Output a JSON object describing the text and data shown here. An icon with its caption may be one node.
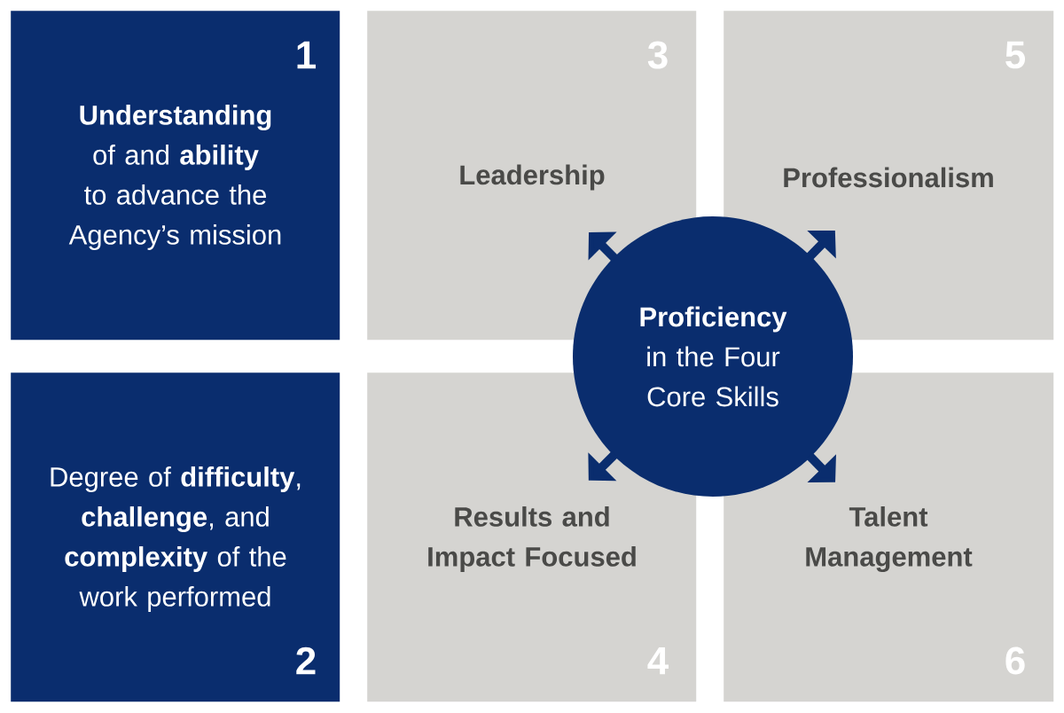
{
  "diagram": {
    "nodes": [
      {
        "text": [
          "1",
          "**Understanding** of and **ability** to advance the Agency’s mission"
        ]
      },
      {
        "text": [
          "3",
          "Leadership"
        ]
      },
      {
        "text": [
          "5",
          "Professionalism"
        ]
      },
      {
        "text": [
          "**Proficiency** in the Four Core Skills"
        ]
      },
      {
        "text": [
          "Degree of **difficulty**, **challenge**, and **complexity** of the work performed",
          "2"
        ]
      },
      {
        "text": [
          "Results and Impact Focused",
          "4"
        ]
      },
      {
        "text": [
          "Talent Management",
          "6"
        ]
      }
    ],
    "edges": [
      {
        "from": 3,
        "to": 1,
        "arrow": "to"
      },
      {
        "from": 3,
        "to": 2,
        "arrow": "to"
      },
      {
        "from": 3,
        "to": 5,
        "arrow": "to"
      },
      {
        "from": 3,
        "to": 6,
        "arrow": "to"
      }
    ]
  }
}
